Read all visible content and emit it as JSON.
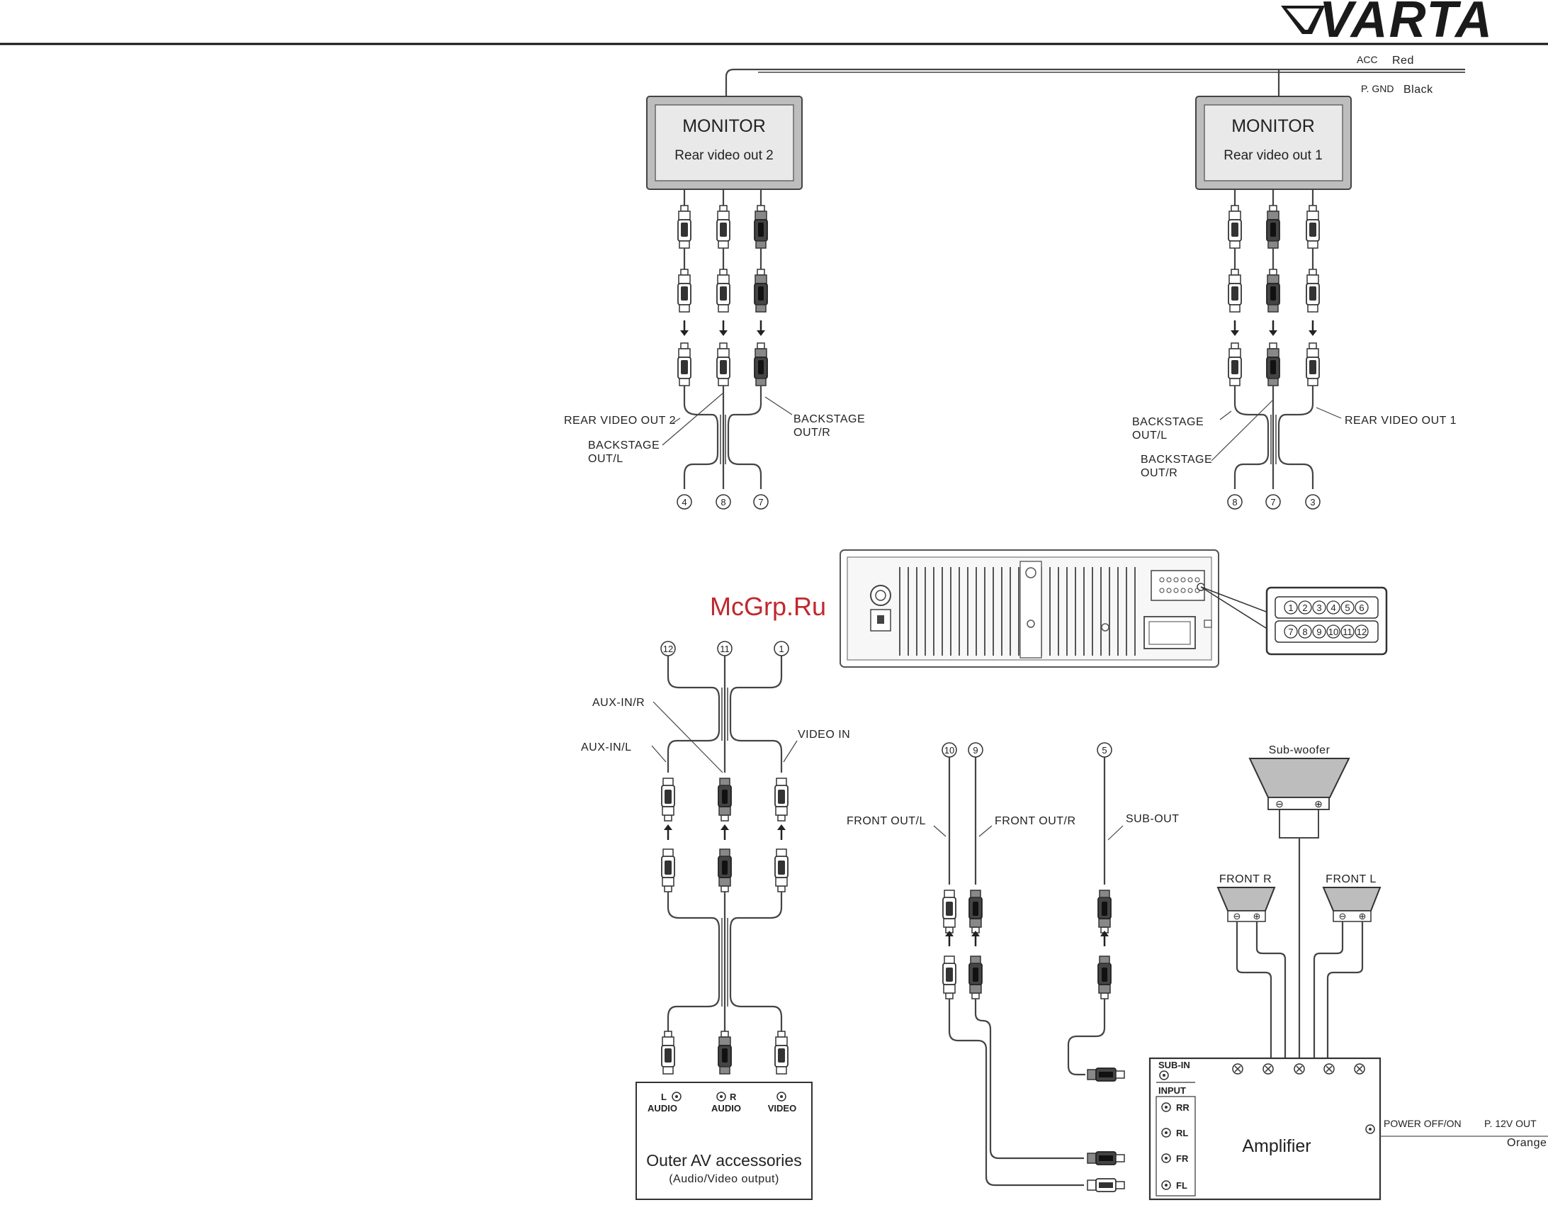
{
  "brand": {
    "name": "VARTA"
  },
  "watermark": "McGrp.Ru",
  "power": {
    "acc_code": "ACC",
    "acc_color": "Red",
    "gnd_code": "P. GND",
    "gnd_color": "Black"
  },
  "monitor2": {
    "title": "MONITOR",
    "subtitle": "Rear video out 2"
  },
  "monitor1": {
    "title": "MONITOR",
    "subtitle": "Rear video out 1"
  },
  "left_top_labels": {
    "rear_video_out_2": "REAR VIDEO OUT 2",
    "backstage_l_1": "BACKSTAGE",
    "backstage_l_2": "OUT/L",
    "backstage_r_1": "BACKSTAGE",
    "backstage_r_2": "OUT/R"
  },
  "right_top_labels": {
    "backstage_l_1": "BACKSTAGE",
    "backstage_l_2": "OUT/L",
    "backstage_r_1": "BACKSTAGE",
    "backstage_r_2": "OUT/R",
    "rear_video_out_1": "REAR VIDEO OUT 1"
  },
  "left_top_pins": [
    "4",
    "8",
    "7"
  ],
  "right_top_pins": [
    "8",
    "7",
    "3"
  ],
  "connector_pins": {
    "row1": [
      "1",
      "2",
      "3",
      "4",
      "5",
      "6"
    ],
    "row2": [
      "7",
      "8",
      "9",
      "10",
      "11",
      "12"
    ]
  },
  "aux_pins": [
    "12",
    "11",
    "1"
  ],
  "aux_labels": {
    "aux_in_r": "AUX-IN/R",
    "aux_in_l": "AUX-IN/L",
    "video_in": "VIDEO IN"
  },
  "outer_av": {
    "l": "L",
    "r": "R",
    "audio": "AUDIO",
    "video": "VIDEO",
    "title": "Outer AV accessories",
    "subtitle": "(Audio/Video output)"
  },
  "front_pins": [
    "10",
    "9",
    "5"
  ],
  "front_labels": {
    "front_out_l": "FRONT OUT/L",
    "front_out_r": "FRONT OUT/R",
    "sub_out": "SUB-OUT"
  },
  "speakers": {
    "subwoofer": "Sub-woofer",
    "front_r": "FRONT R",
    "front_l": "FRONT L",
    "minus": "⊖",
    "plus": "⊕"
  },
  "amplifier": {
    "title": "Amplifier",
    "sub_in": "SUB-IN",
    "input": "INPUT",
    "rr": "RR",
    "rl": "RL",
    "fr": "FR",
    "fl": "FL",
    "power_label": "POWER OFF/ON",
    "p12v": "P. 12V OUT",
    "orange": "Orange"
  }
}
